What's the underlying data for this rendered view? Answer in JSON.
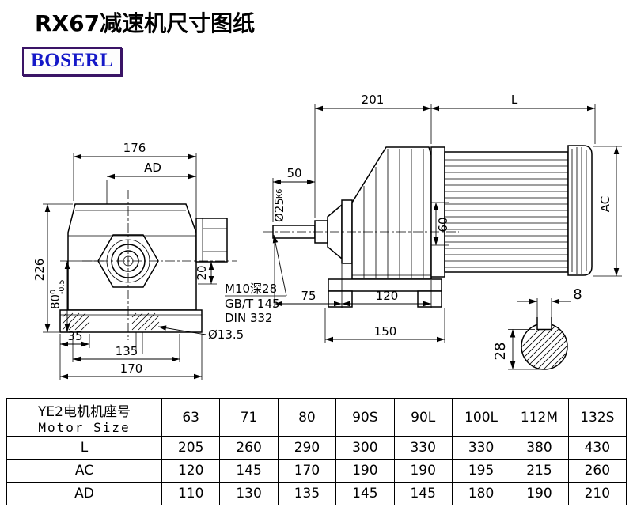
{
  "page": {
    "title": "RX67减速机尺寸图纸",
    "logo_text": "BOSERL"
  },
  "front_view": {
    "dim_width_top": "176",
    "dim_ad": "AD",
    "dim_height": "226",
    "dim_80": "80",
    "dim_80_tol_upper": "0",
    "dim_80_tol_lower": "-0.5",
    "dim_20": "20",
    "dim_35": "35",
    "dim_135": "135",
    "dim_170": "170",
    "dim_hole": "Ø13.5"
  },
  "side_view": {
    "dim_201": "201",
    "dim_l": "L",
    "dim_50": "50",
    "dim_shaft_dia": "Ø25",
    "dim_shaft_fit": "K6",
    "dim_60": "60",
    "dim_ac": "AC",
    "note_tap": "M10深28",
    "note_gb": "GB/T 145",
    "note_din": "DIN 332",
    "dim_75": "75",
    "dim_120": "120",
    "dim_150": "150"
  },
  "shaft_section": {
    "dim_key_width": "8",
    "dim_key_depth": "28"
  },
  "table": {
    "header_cn": "YE2电机机座号",
    "header_en": "Motor Size",
    "sizes": [
      "63",
      "71",
      "80",
      "90S",
      "90L",
      "100L",
      "112M",
      "132S"
    ],
    "rows": [
      {
        "label": "L",
        "values": [
          "205",
          "260",
          "290",
          "300",
          "330",
          "330",
          "380",
          "430"
        ]
      },
      {
        "label": "AC",
        "values": [
          "120",
          "145",
          "170",
          "190",
          "190",
          "195",
          "215",
          "260"
        ]
      },
      {
        "label": "AD",
        "values": [
          "110",
          "130",
          "135",
          "145",
          "145",
          "180",
          "190",
          "210"
        ]
      }
    ]
  }
}
